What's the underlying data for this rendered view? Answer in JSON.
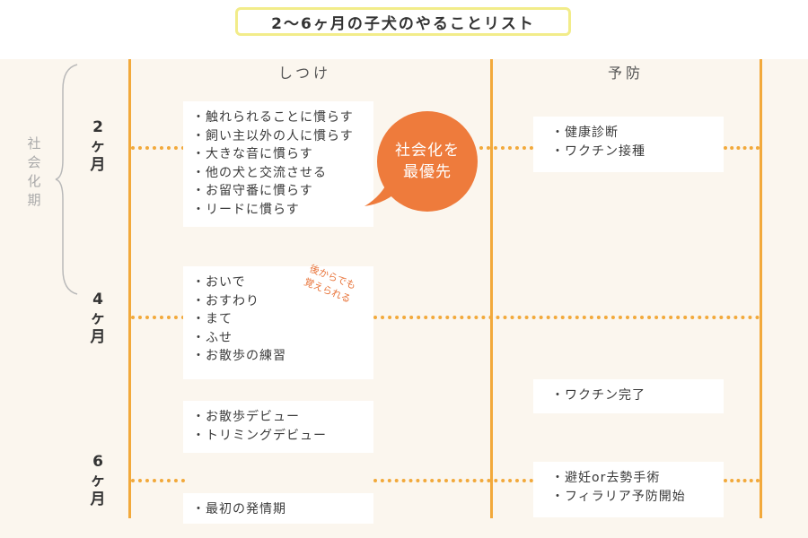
{
  "title": "2〜6ヶ月の子犬のやることリスト",
  "columns": {
    "left": "しつけ",
    "right": "予防"
  },
  "months": [
    "2",
    "ヶ",
    "月"
  ],
  "month_labels": [
    {
      "num": "2",
      "ke": "ヶ",
      "tsuki": "月"
    },
    {
      "num": "4",
      "ke": "ヶ",
      "tsuki": "月"
    },
    {
      "num": "6",
      "ke": "ヶ",
      "tsuki": "月"
    }
  ],
  "socialization_period": [
    "社",
    "会",
    "化",
    "期"
  ],
  "bubble": {
    "line1": "社会化を",
    "line2": "最優先"
  },
  "note": {
    "line1": "後からでも",
    "line2": "覚えられる"
  },
  "training_cards": [
    {
      "items": [
        "触れられることに慣らす",
        "飼い主以外の人に慣らす",
        "大きな音に慣らす",
        "他の犬と交流させる",
        "お留守番に慣らす",
        "リードに慣らす"
      ]
    },
    {
      "items": [
        "おいで",
        "おすわり",
        "まて",
        "ふせ",
        "お散歩の練習"
      ]
    },
    {
      "items": [
        "お散歩デビュー",
        "トリミングデビュー"
      ]
    },
    {
      "items": [
        "最初の発情期"
      ]
    }
  ],
  "prevention_cards": [
    {
      "items": [
        "健康診断",
        "ワクチン接種"
      ]
    },
    {
      "items": [
        "ワクチン完了"
      ]
    },
    {
      "items": [
        "避妊or去勢手術",
        "フィラリア予防開始"
      ]
    }
  ],
  "colors": {
    "accent": "#f2a93b",
    "bubble": "#ee7b3c",
    "panel": "#fbf6ee",
    "title_border": "#f2ec8a"
  }
}
